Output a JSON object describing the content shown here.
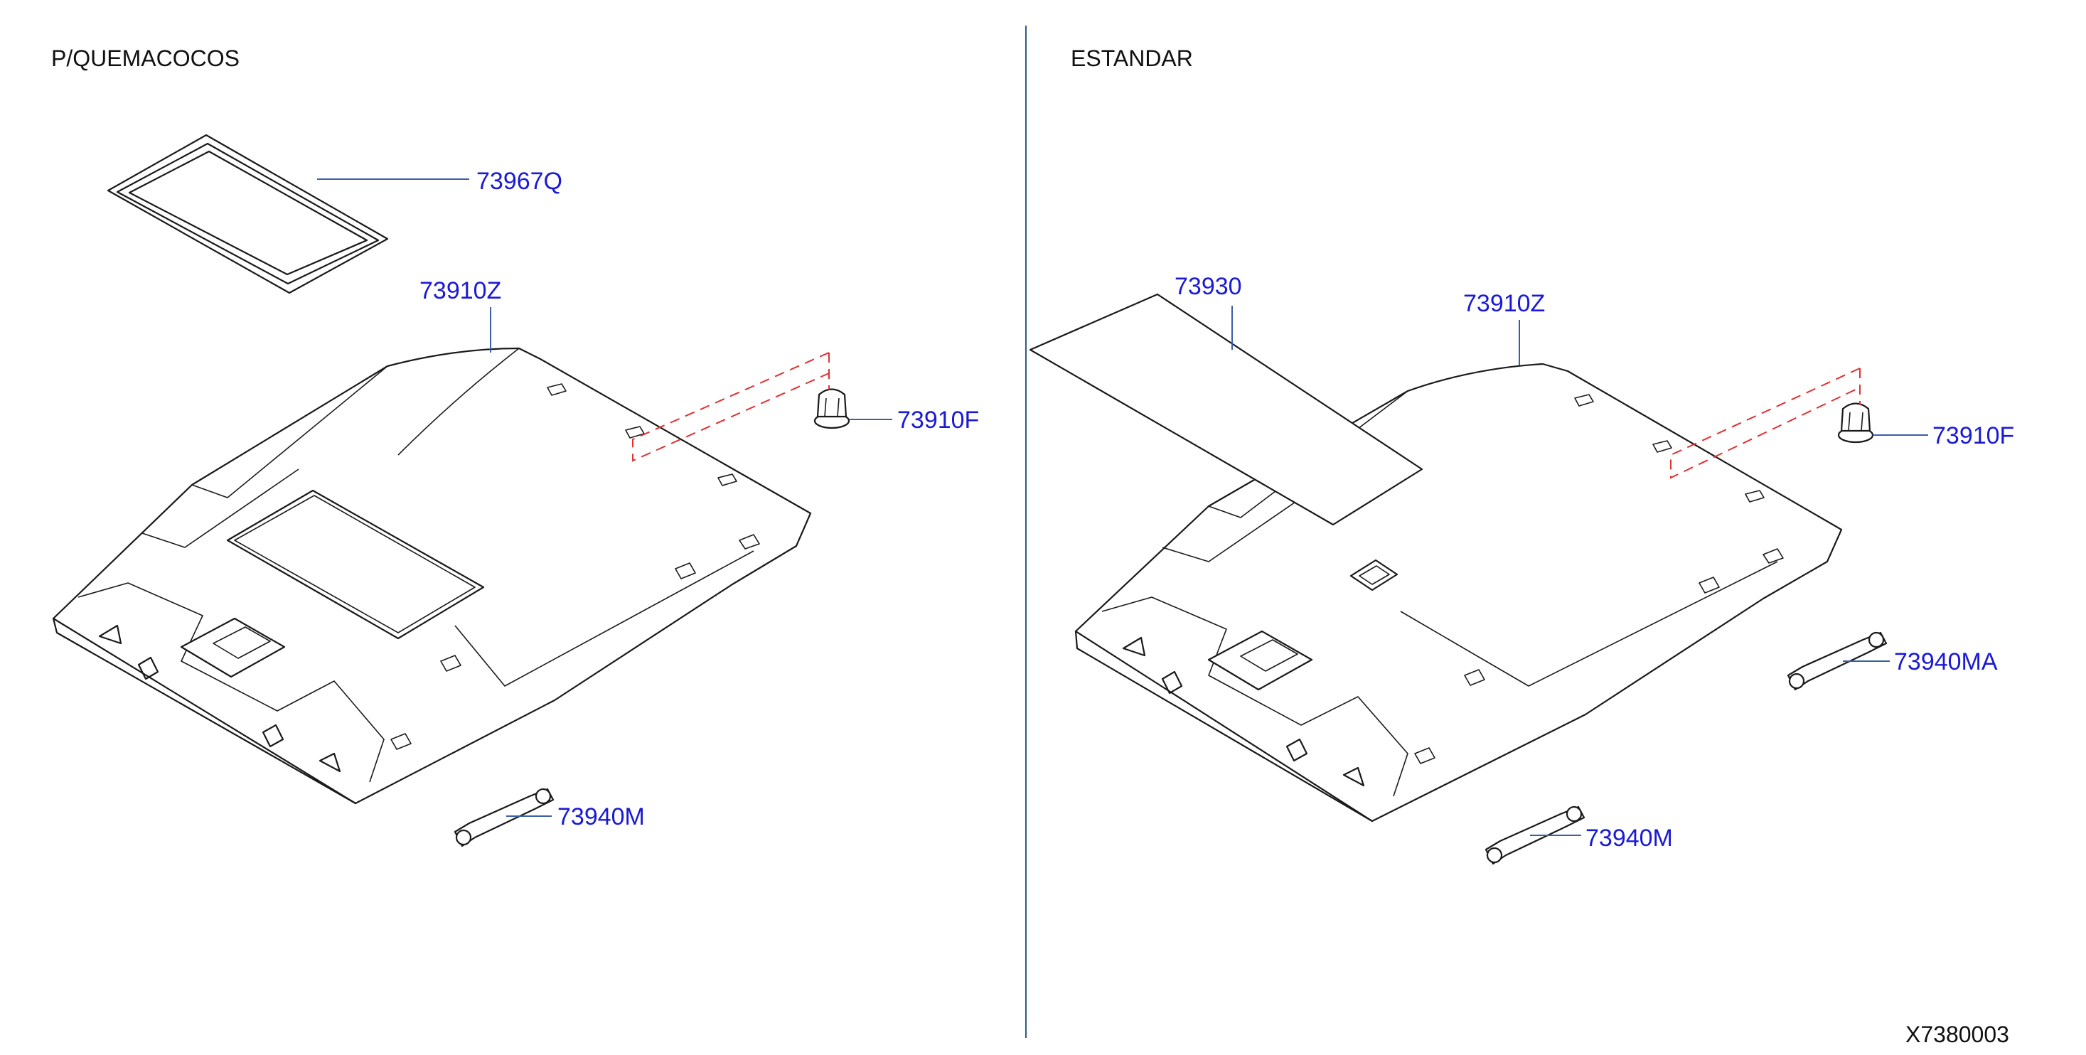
{
  "colors": {
    "callout_text": "#1a1ad6",
    "leader_line": "#3a5fa8",
    "divider": "#2f5a8a",
    "dashed_outline": "#e03030",
    "line_art": "#1a1a1a"
  },
  "sections": {
    "left": {
      "title": "P/QUEMACOCOS"
    },
    "right": {
      "title": "ESTANDAR"
    }
  },
  "callouts": {
    "left_sunroof_finisher": "73967Q",
    "left_headlining": "73910Z",
    "left_clip": "73910F",
    "left_grip": "73940M",
    "right_pad": "73930",
    "right_headlining": "73910Z",
    "right_clip": "73910F",
    "right_grip_a": "73940MA",
    "right_grip": "73940M"
  },
  "drawing_number": "X7380003"
}
